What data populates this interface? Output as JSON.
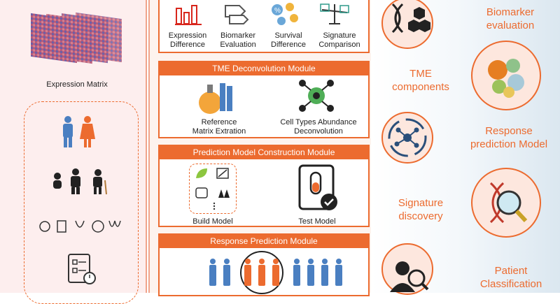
{
  "left": {
    "expression_matrix_label": "Expression Matrix"
  },
  "analysis_row": {
    "items": [
      {
        "label": "Expression\nDifference",
        "icon": "bar-chart-icon"
      },
      {
        "label": "Biomarker\nEvaluation",
        "icon": "thumbs-icon"
      },
      {
        "label": "Survival\nDifference",
        "icon": "percent-faces-icon"
      },
      {
        "label": "Signature\nComparison",
        "icon": "balance-scale-icon"
      }
    ]
  },
  "tme_module": {
    "title": "TME Deconvolution Module",
    "ref_label": "Reference\nMatrix Extration",
    "cell_label": "Cell Types Abundance\nDeconvolution"
  },
  "prediction_module": {
    "title": "Prediction Model Construction Module",
    "build_label": "Build Model",
    "test_label": "Test Model"
  },
  "response_module": {
    "title": "Response Prediction Module"
  },
  "right": {
    "tme_components": "TME\ncomponents",
    "biomarker_evaluation": "Biomarker\nevaluation",
    "response_prediction_model": "Response\nprediction Model",
    "signature_discovery": "Signature\ndiscovery",
    "patient_classification": "Patient\nClassification"
  },
  "colors": {
    "accent": "#ec6b2f",
    "blue": "#4a7fc1",
    "dark": "#222222"
  }
}
